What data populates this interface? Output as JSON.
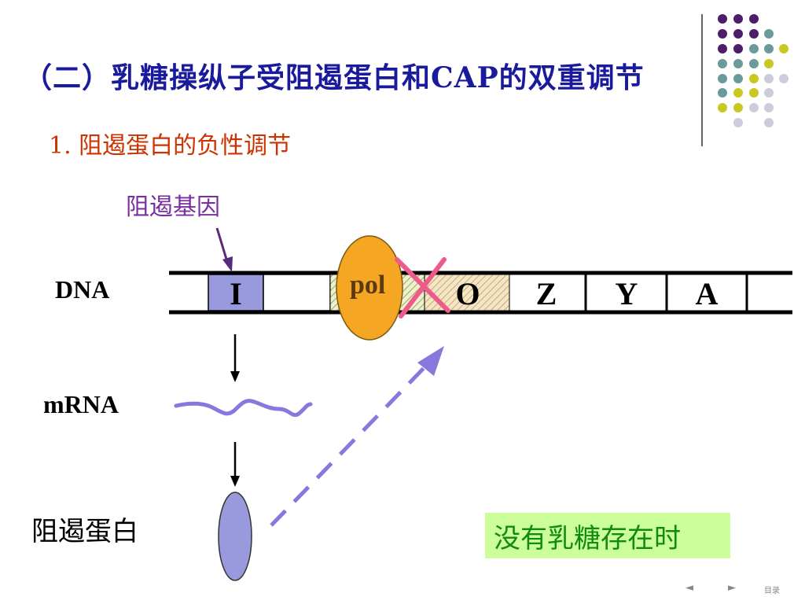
{
  "title": "（二）乳糖操纵子受阻遏蛋白和CAP的双重调节",
  "subtitle": "1. 阻遏蛋白的负性调节",
  "labels": {
    "repressor_gene": "阻遏基因",
    "dna": "DNA",
    "mrna": "mRNA",
    "repressor_protein": "阻遏蛋白",
    "polymerase": "pol",
    "condition": "没有乳糖存在时"
  },
  "dna_segments": {
    "i": "I",
    "o": "O",
    "z": "Z",
    "y": "Y",
    "a": "A"
  },
  "nav": {
    "prev": "◄",
    "next": "►",
    "menu": "目录"
  },
  "colors": {
    "title": "#1a1a9c",
    "subtitle": "#cc3300",
    "repressor_gene": "#7a2fa0",
    "i_gene": "#9999dd",
    "polymerase": "#f5a623",
    "block_x": "#ee5a8a",
    "arrow": "#8877dd",
    "condition_bg": "#ccff99",
    "condition_text": "#108a10",
    "dots_purple": "#4b1d6b",
    "dots_teal": "#6a9a9a",
    "dots_yellow": "#c8c820",
    "dots_lavender": "#ccccdd"
  }
}
